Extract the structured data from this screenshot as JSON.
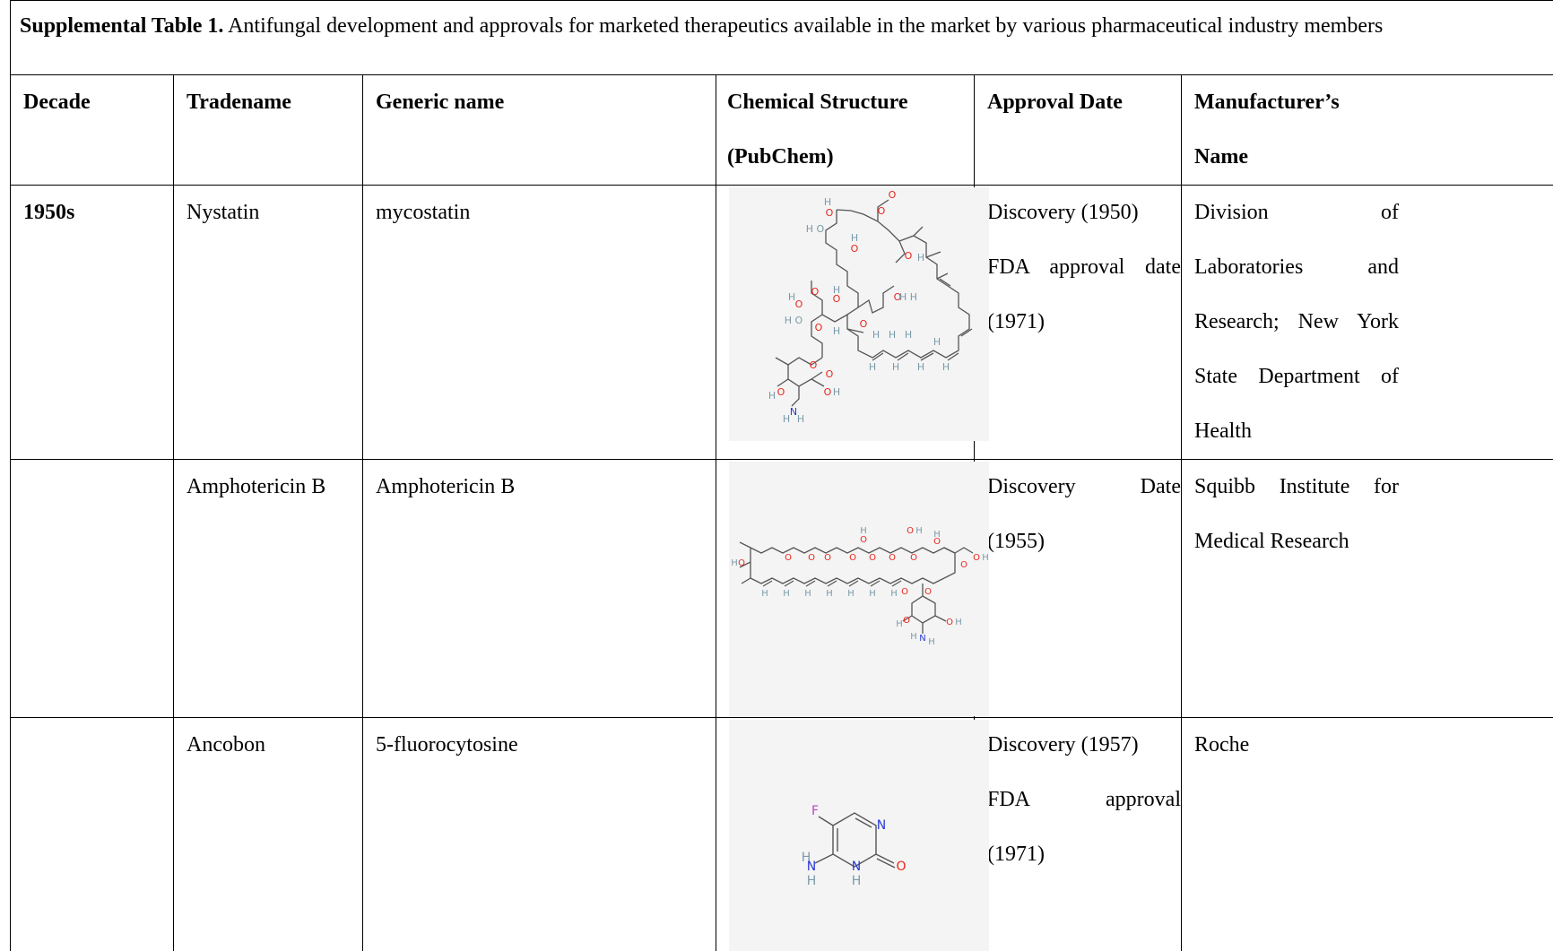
{
  "caption": {
    "label": "Supplemental Table 1.",
    "text": " Antifungal development and approvals for marketed therapeutics available in the market by various pharmaceutical industry members"
  },
  "headers": {
    "decade": "Decade",
    "tradename": "Tradename",
    "generic": "Generic name",
    "structure_line1": "Chemical Structure",
    "structure_line2": "(PubChem)",
    "approval": "Approval Date",
    "manufacturer_line1": "Manufacturer’s",
    "manufacturer_line2": "Name"
  },
  "rows": [
    {
      "decade": "1950s",
      "tradename": "Nystatin",
      "generic": "mycostatin",
      "structure_icon": "nystatin-structure-icon",
      "approval_lines": [
        "Discovery (1950)",
        "FDA approval date",
        "(1971)"
      ],
      "manufacturer_lines": [
        "Division of",
        "Laboratories and",
        "Research; New York",
        "State Department of",
        "Health"
      ]
    },
    {
      "decade": "",
      "tradename": "Amphotericin B",
      "generic": "Amphotericin B",
      "structure_icon": "amphotericin-b-structure-icon",
      "approval_lines": [
        "Discovery Date",
        "(1955)"
      ],
      "manufacturer_lines": [
        "Squibb Institute for",
        "Medical Research"
      ]
    },
    {
      "decade": "",
      "tradename": "Ancobon",
      "generic": "5-fluorocytosine",
      "structure_icon": "flucytosine-structure-icon",
      "approval_lines": [
        "Discovery (1957)",
        "FDA approval",
        "(1971)"
      ],
      "manufacturer_lines": [
        "Roche"
      ]
    }
  ],
  "colors": {
    "bond": "#555555",
    "oxygen": "#e8261c",
    "nitrogen": "#2a3bd6",
    "fluorine": "#c040c0",
    "hydrogen": "#7a9aa8",
    "structure_bg": "#f4f4f4"
  }
}
